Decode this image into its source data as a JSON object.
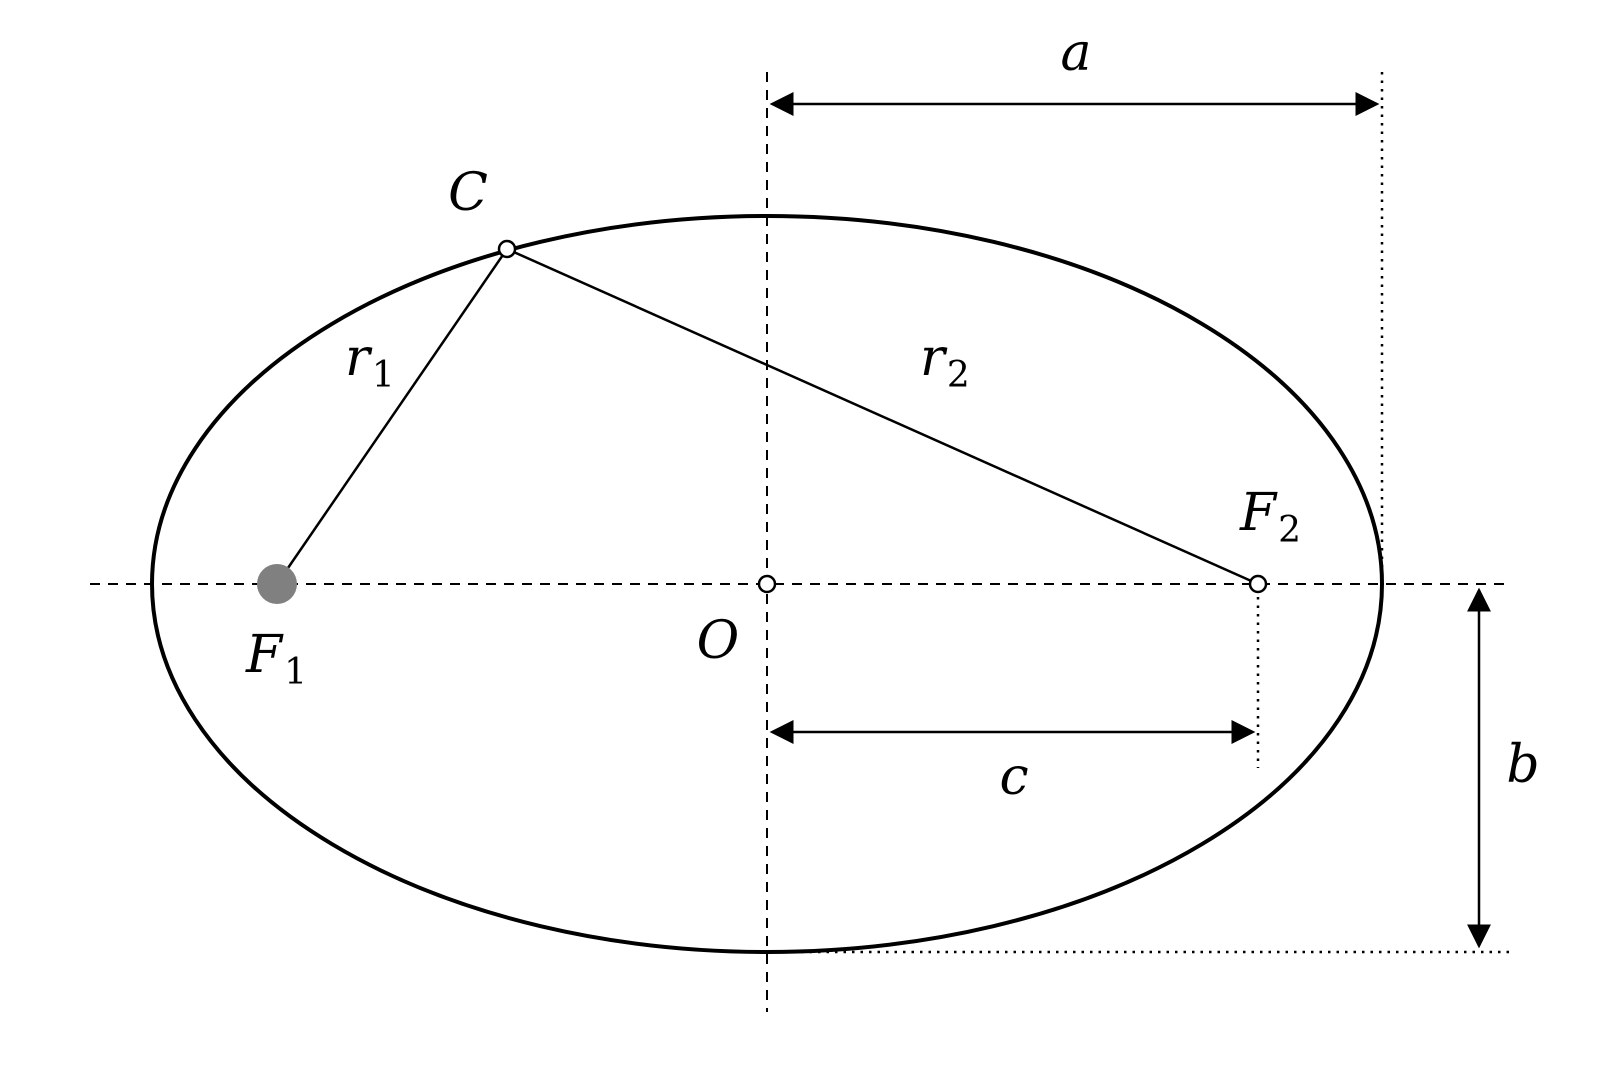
{
  "labels": {
    "a": "a",
    "b": "b",
    "c": "c",
    "C": "C",
    "O": "O",
    "F": "F",
    "r": "r",
    "F1_sub": "1",
    "F2_sub": "2",
    "r1_sub": "1",
    "r2_sub": "2"
  },
  "colors": {
    "stroke": "#000000",
    "focus_filled": "#808080",
    "marker_fill": "#ffffff"
  }
}
